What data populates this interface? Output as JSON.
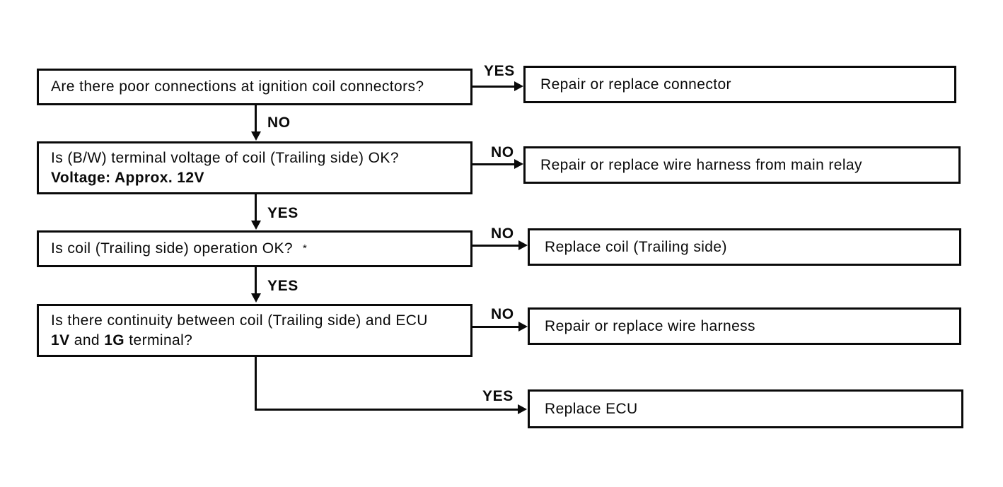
{
  "page": {
    "background": "#ffffff",
    "ink": "#0a0a0a",
    "kind": "troubleshooting-flowchart"
  },
  "flowchart": {
    "labels": {
      "yes": "YES",
      "no": "NO"
    },
    "questions": [
      {
        "text": "Are there poor connections at ignition coil connectors?"
      },
      {
        "line1": "Is (B/W) terminal voltage of coil (Trailing side) OK?",
        "line2": "Voltage: Approx. 12V"
      },
      {
        "text": "Is coil (Trailing side) operation OK?",
        "mark": "*"
      },
      {
        "line1": "Is there continuity between coil (Trailing side) and ECU",
        "bold1": "1V",
        "mid": " and ",
        "bold2": "1G",
        "tail": " terminal?"
      }
    ],
    "actions": [
      {
        "text": "Repair or replace connector"
      },
      {
        "text": "Repair or replace wire harness from main relay"
      },
      {
        "text": "Replace coil (Trailing side)"
      },
      {
        "text": "Repair or replace wire harness"
      },
      {
        "text": "Replace ECU"
      }
    ],
    "edges": [
      {
        "from": "question-1",
        "label": "YES",
        "to": "action-1"
      },
      {
        "from": "question-1",
        "label": "NO",
        "to": "question-2"
      },
      {
        "from": "question-2",
        "label": "NO",
        "to": "action-2"
      },
      {
        "from": "question-2",
        "label": "YES",
        "to": "question-3"
      },
      {
        "from": "question-3",
        "label": "NO",
        "to": "action-3"
      },
      {
        "from": "question-3",
        "label": "YES",
        "to": "question-4"
      },
      {
        "from": "question-4",
        "label": "NO",
        "to": "action-4"
      },
      {
        "from": "question-4",
        "label": "YES",
        "to": "action-5"
      }
    ]
  }
}
